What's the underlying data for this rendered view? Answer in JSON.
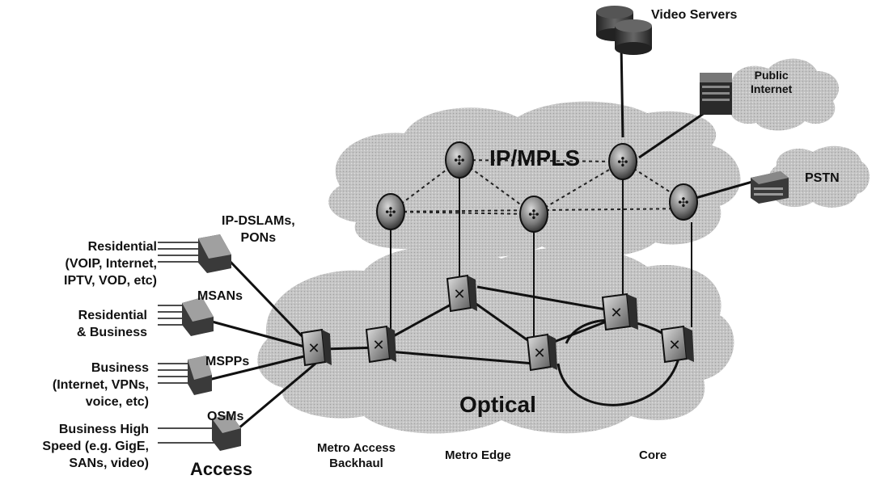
{
  "labels": {
    "video_servers": "Video Servers",
    "public_internet": [
      "Public",
      "Internet"
    ],
    "pstn": "PSTN",
    "ip_mpls": "IP/MPLS",
    "optical": "Optical",
    "ip_dslams": [
      "IP-DSLAMs,",
      "PONs"
    ],
    "msans": "MSANs",
    "mspps": "MSPPs",
    "osms": "OSMs",
    "residential": [
      "Residential",
      "(VOIP, Internet,",
      "IPTV, VOD, etc)"
    ],
    "residential_business": [
      "Residential",
      "& Business"
    ],
    "business": [
      "Business",
      "(Internet, VPNs,",
      "voice, etc)"
    ],
    "business_high_speed": [
      "Business High",
      "Speed (e.g. GigE,",
      "SANs, video)"
    ],
    "access": "Access",
    "metro_access_backhaul": [
      "Metro Access",
      "Backhaul"
    ],
    "metro_edge": "Metro Edge",
    "core": "Core"
  },
  "colors": {
    "cloud": "#bdbdbd",
    "ink": "#111111",
    "device_dark": "#3a3a3a",
    "device_light": "#9a9a9a"
  }
}
